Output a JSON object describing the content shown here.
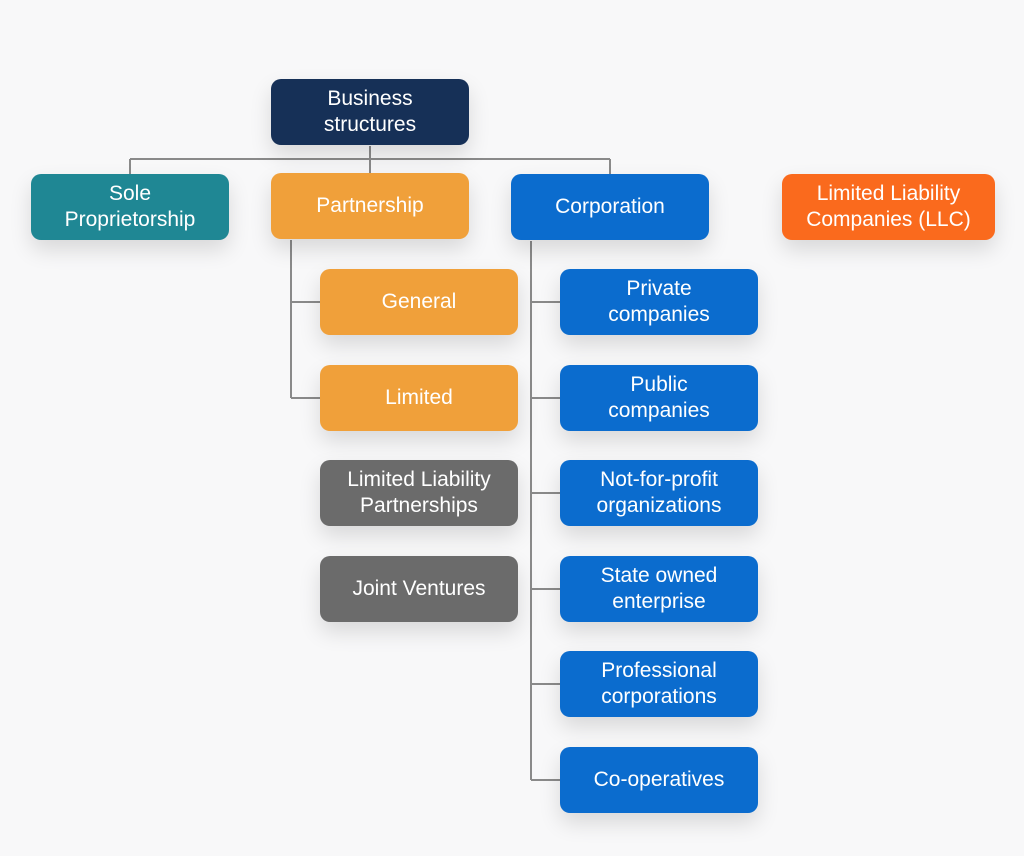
{
  "colors": {
    "root": "#163057",
    "teal": "#1f8794",
    "orange": "#f0a03a",
    "blue": "#0b6cce",
    "gray": "#6b6b6b",
    "llc": "#fa6a1d",
    "connector": "#8a8a8a"
  },
  "root": {
    "label": "Business\nstructures"
  },
  "sole": {
    "label": "Sole\nProprietorship"
  },
  "partnership": {
    "label": "Partnership",
    "children": [
      {
        "label": "General"
      },
      {
        "label": "Limited"
      }
    ],
    "related": [
      {
        "label": "Limited Liability\nPartnerships"
      },
      {
        "label": "Joint Ventures"
      }
    ]
  },
  "corporation": {
    "label": "Corporation",
    "children": [
      {
        "label": "Private\ncompanies"
      },
      {
        "label": "Public\ncompanies"
      },
      {
        "label": "Not-for-profit\norganizations"
      },
      {
        "label": "State owned\nenterprise"
      },
      {
        "label": "Professional\ncorporations"
      },
      {
        "label": "Co-operatives"
      }
    ]
  },
  "llc": {
    "label": "Limited Liability\nCompanies (LLC)"
  }
}
